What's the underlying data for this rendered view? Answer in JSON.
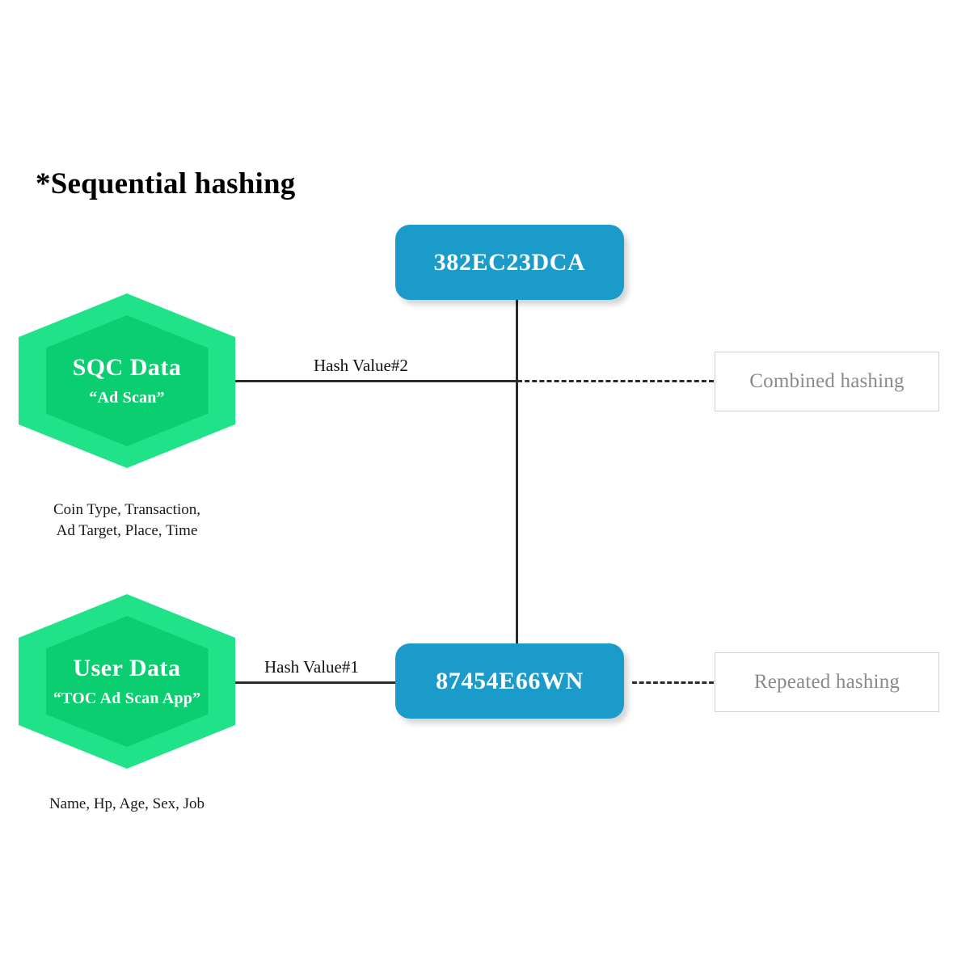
{
  "diagram": {
    "title": "*Sequential hashing",
    "background_color": "#ffffff",
    "palette": {
      "hexagon_outer": "#20E288",
      "hexagon_inner": "#0ACE6F",
      "hash_box": "#1B9BC9",
      "note_text": "#8a8a8a",
      "note_border": "#d2d2d2",
      "connector": "#2b2b2b"
    },
    "nodes": {
      "sqc": {
        "title": "SQC Data",
        "subtitle": "“Ad Scan”",
        "caption": "Coin Type, Transaction,\nAd Target, Place, Time"
      },
      "user": {
        "title": "User Data",
        "subtitle": "“TOC Ad Scan App”",
        "caption": "Name, Hp, Age, Sex, Job"
      },
      "hash_top": {
        "value": "382EC23DCA"
      },
      "hash_bottom": {
        "value": "87454E66WN"
      },
      "note_top": {
        "label": "Combined hashing"
      },
      "note_bottom": {
        "label": "Repeated hashing"
      }
    },
    "edges": {
      "sqc_to_trunk": {
        "label": "Hash Value#2",
        "style": "solid"
      },
      "user_to_hash_bottom": {
        "label": "Hash Value#1",
        "style": "solid"
      },
      "trunk": {
        "label": "",
        "style": "solid"
      },
      "trunk_to_note_top": {
        "label": "",
        "style": "dashed"
      },
      "hash_bottom_to_note_bottom": {
        "label": "",
        "style": "dashed"
      }
    }
  }
}
